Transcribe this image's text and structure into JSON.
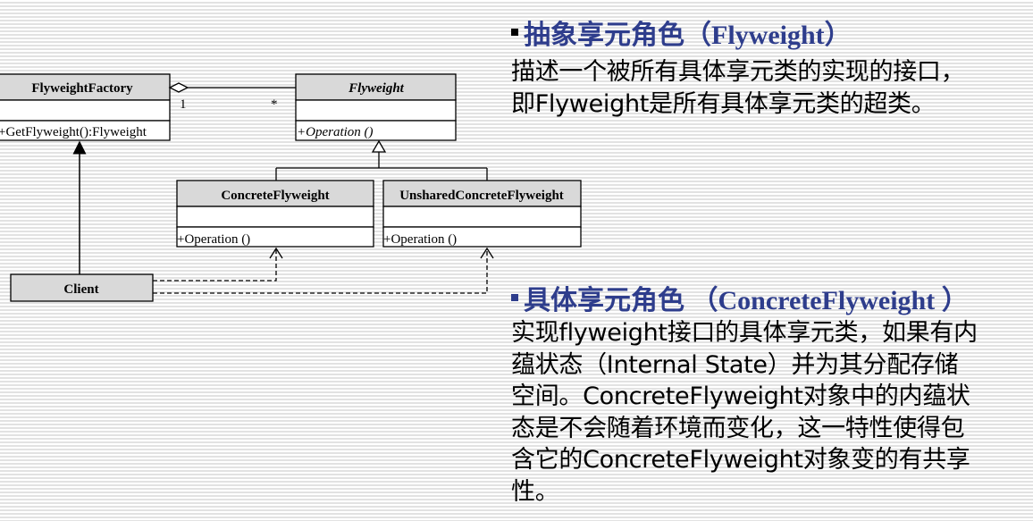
{
  "diagram": {
    "factory": {
      "name": "FlyweightFactory",
      "operation": "+GetFlyweight():Flyweight"
    },
    "flyweight": {
      "name": "Flyweight",
      "operation": "+Operation ()"
    },
    "concrete": {
      "name": "ConcreteFlyweight",
      "operation": "+Operation ()"
    },
    "unshared": {
      "name": "UnsharedConcreteFlyweight",
      "operation": "+Operation ()"
    },
    "client": {
      "name": "Client"
    },
    "multiplicity_one": "1",
    "multiplicity_many": "*"
  },
  "section1": {
    "title": "抽象享元角色（Flyweight）",
    "bullet_color": "#000000",
    "lines": [
      "描述一个被所有具体享元类的实现的接口，",
      "即Flyweight是所有具体享元类的超类。"
    ]
  },
  "section2": {
    "title": "具体享元角色 （ConcreteFlyweight ）",
    "bullet_color": "#2e3d8c",
    "lines": [
      "实现flyweight接口的具体享元类，如果有内",
      "蕴状态（Internal State）并为其分配存储",
      "空间。ConcreteFlyweight对象中的内蕴状",
      "态是不会随着环境而变化，这一特性使得包",
      "含它的ConcreteFlyweight对象变的有共享",
      "性。"
    ]
  },
  "colors": {
    "title": "#2e3d8c",
    "class_header": "#d9d9d9"
  }
}
